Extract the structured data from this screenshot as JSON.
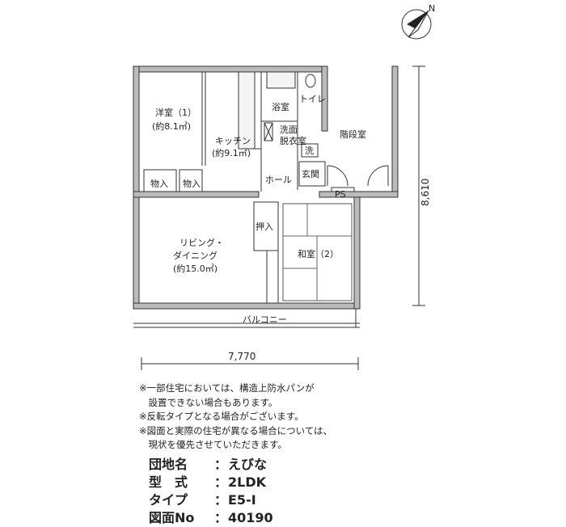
{
  "rooms": {
    "yoshitsu_name": "洋室（1）",
    "yoshitsu_area": "(約8.1㎡)",
    "kitchen_name": "キッチン",
    "kitchen_area": "(約9.1㎡)",
    "yokushitsu": "浴室",
    "toilet": "トイレ",
    "senmen_1": "洗面",
    "senmen_2": "脱衣室",
    "sentakuki": "洗",
    "kaidanshitsu": "階段室",
    "genkan": "玄関",
    "hall": "ホール",
    "ps": "PS",
    "mono_1": "物入",
    "mono_2": "物入",
    "oshiire": "押入",
    "living_1": "リビング・",
    "living_2": "ダイニング",
    "living_area": "(約15.0㎡)",
    "washitsu": "和室（2）",
    "balcony": "バルコニー"
  },
  "dimensions": {
    "width": "7,770",
    "depth": "8,610"
  },
  "compass": {
    "north": "N"
  },
  "notes": [
    "※一部住宅においては、構造上防水パンが",
    "　設置できない場合もあります。",
    "※反転タイプとなる場合がございます。",
    "※図面と実際の住宅が異なる場合については、",
    "　現状を優先させていただきます。"
  ],
  "info": {
    "danchi_label": "団地名",
    "danchi_value": "えびな",
    "kata_label": "型　式",
    "kata_value": "2LDK",
    "type_label": "タイプ",
    "type_value": "E5-I",
    "zumen_label": "図面No",
    "zumen_value": "40190",
    "sep": "："
  }
}
